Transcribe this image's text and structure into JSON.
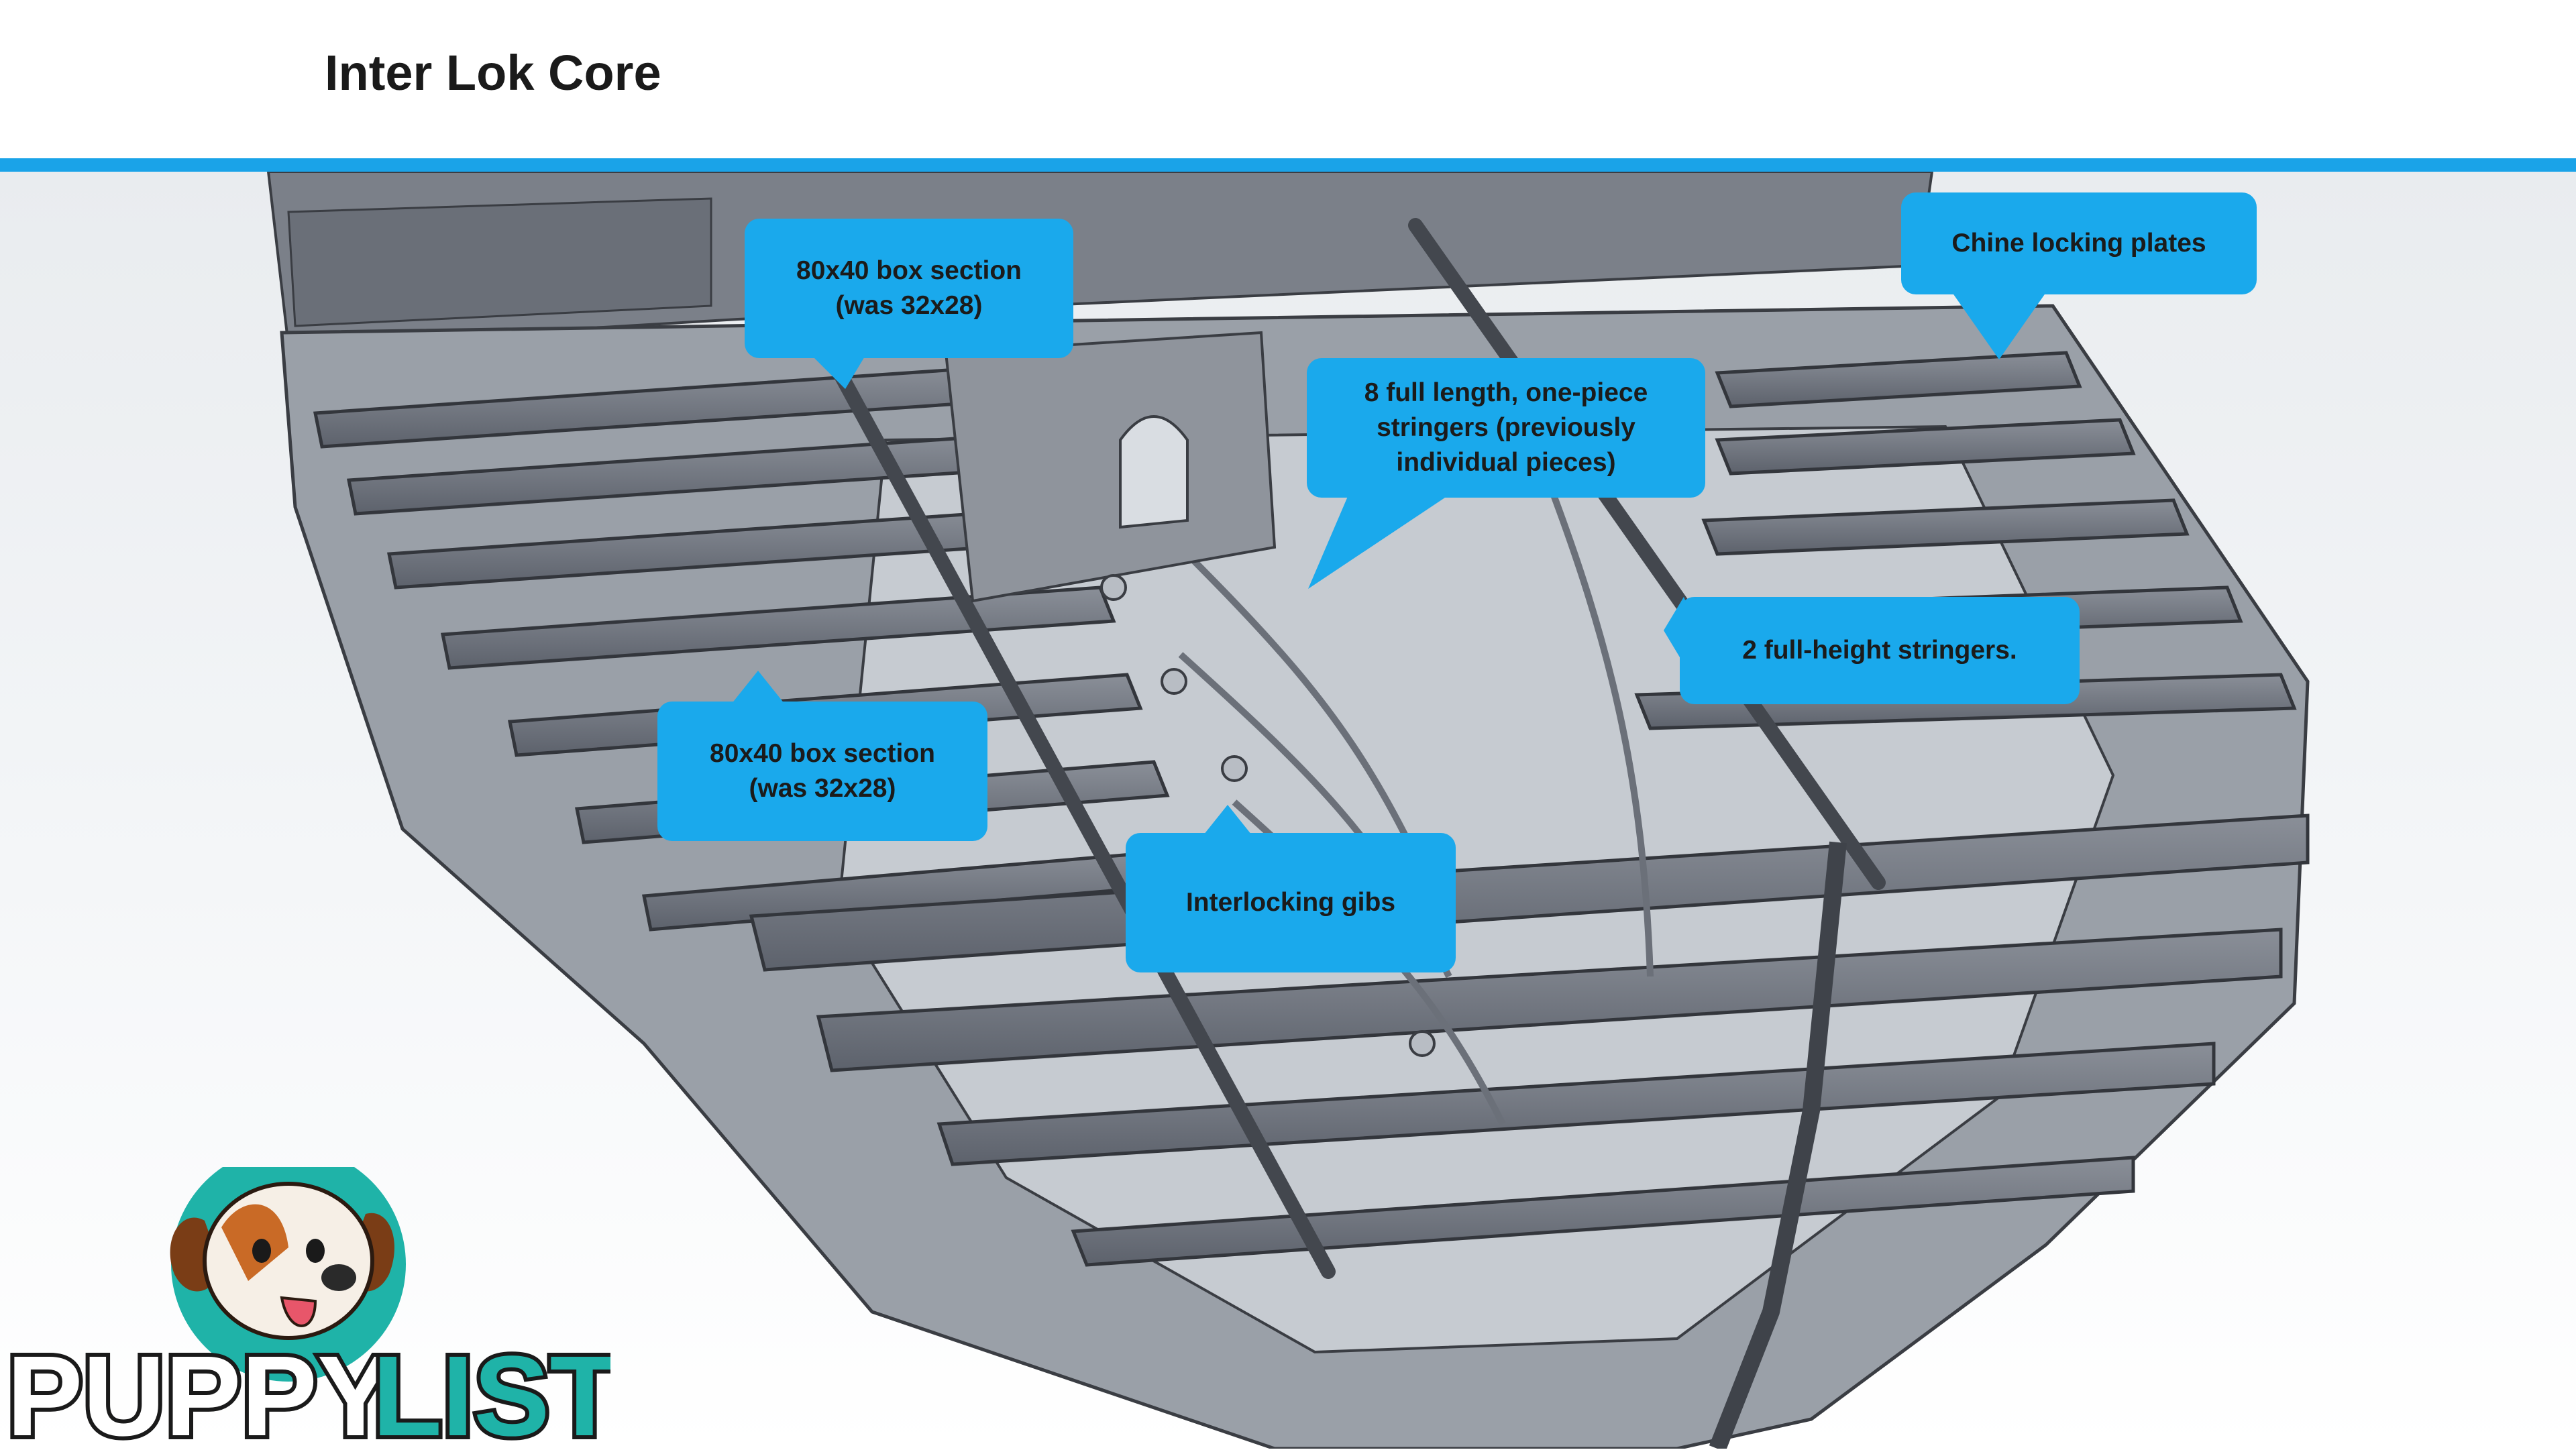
{
  "slide": {
    "title": "Inter Lok Core",
    "accent_color": "#1aa3e8",
    "callout_color": "#1aa9ec"
  },
  "callouts": [
    {
      "id": "box-section-top",
      "lines": [
        "80x40 box section",
        "(was 32x28)"
      ]
    },
    {
      "id": "chine-locking-plates",
      "lines": [
        "Chine locking plates"
      ]
    },
    {
      "id": "full-length-stringers",
      "lines": [
        "8 full length, one-piece",
        "stringers (previously",
        "individual pieces)"
      ]
    },
    {
      "id": "full-height-stringers",
      "lines": [
        "2 full-height stringers."
      ]
    },
    {
      "id": "box-section-left",
      "lines": [
        "80x40 box section",
        "(was 32x28)"
      ]
    },
    {
      "id": "interlocking-gibs",
      "lines": [
        "Interlocking gibs"
      ]
    }
  ],
  "watermark": {
    "text_dark": "PUPPY",
    "text_teal": "LIST",
    "icon": "beagle-puppy-icon",
    "teal_color": "#1fb3a8"
  }
}
